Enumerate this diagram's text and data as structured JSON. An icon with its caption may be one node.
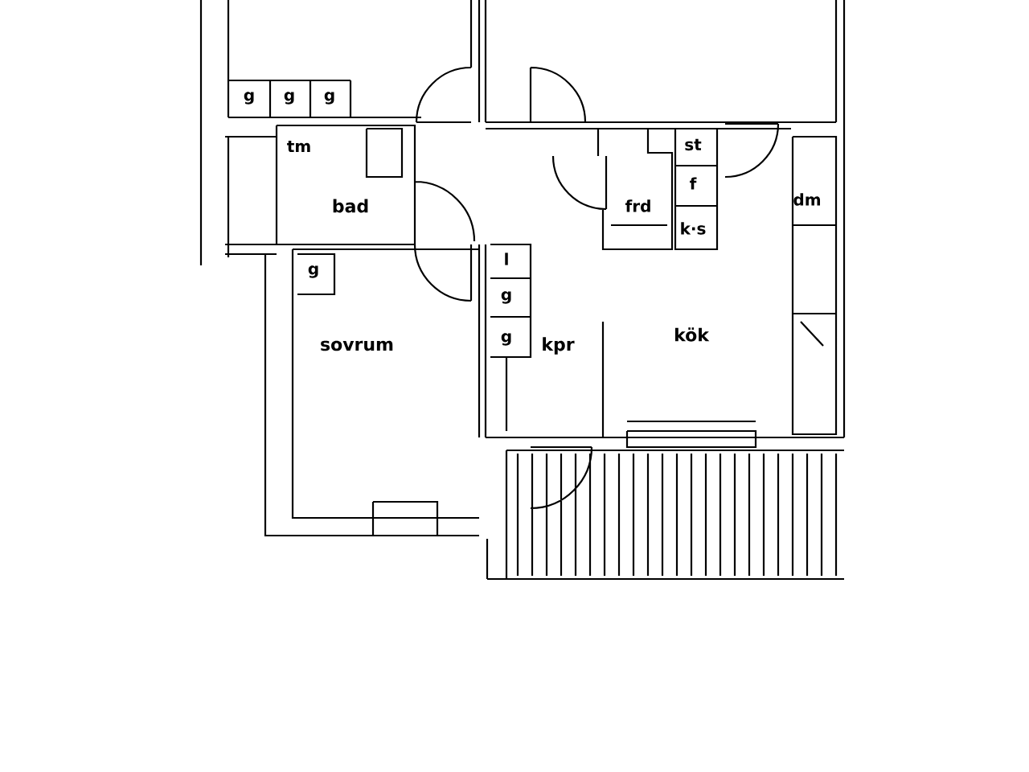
{
  "diagram": {
    "labels": [
      "g",
      "g",
      "g",
      "tm",
      "st",
      "f",
      "bad",
      "dm",
      "frd",
      "k·s",
      "g",
      "l",
      "g",
      "g",
      "kök",
      "sovrum",
      "kpr"
    ]
  }
}
